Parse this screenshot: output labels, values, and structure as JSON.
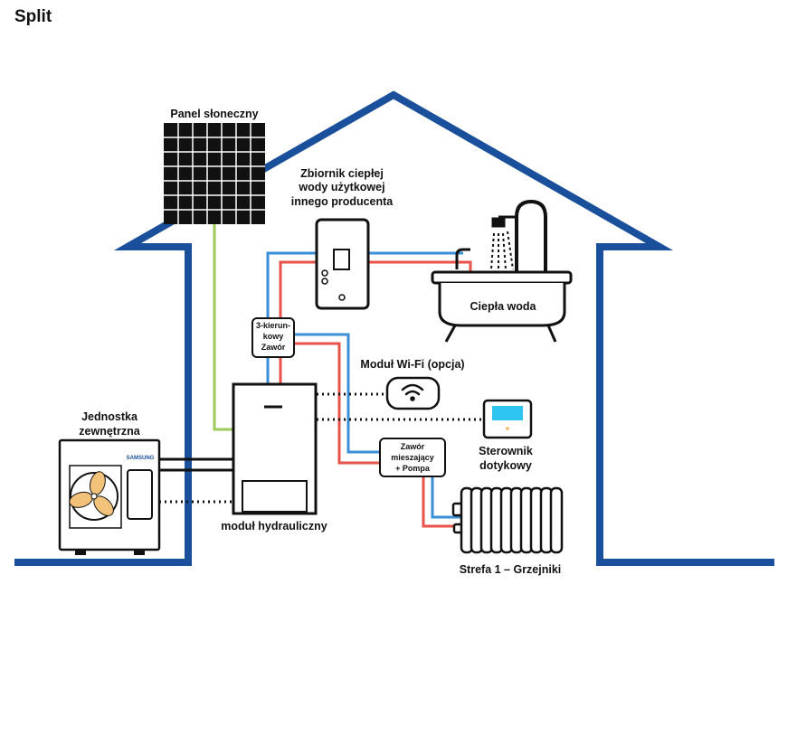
{
  "title": "Split",
  "labels": {
    "solar_panel": "Panel słoneczny",
    "tank_line1": "Zbiornik ciepłej",
    "tank_line2": "wody użytkowej",
    "tank_line3": "innego producenta",
    "hot_water": "Ciepła woda",
    "valve3_line1": "3-kierun-",
    "valve3_line2": "kowy",
    "valve3_line3": "Zawór",
    "wifi": "Moduł Wi-Fi (opcja)",
    "controller_line1": "Sterownik",
    "controller_line2": "dotykowy",
    "outdoor_line1": "Jednostka",
    "outdoor_line2": "zewnętrzna",
    "brand": "SAMSUNG",
    "hydro": "moduł hydrauliczny",
    "mixing_line1": "Zawór",
    "mixing_line2": "mieszający",
    "mixing_line3": "+ Pompa",
    "zone": "Strefa 1 – Grzejniki"
  },
  "colors": {
    "house": "#1a4f9c",
    "supply_pipe": "#e8524a",
    "return_pipe": "#3a8fd6",
    "solar_wire": "#9ccb5a",
    "fan": "#f2c27a",
    "screen": "#2ec4f0",
    "outline": "#111111"
  }
}
